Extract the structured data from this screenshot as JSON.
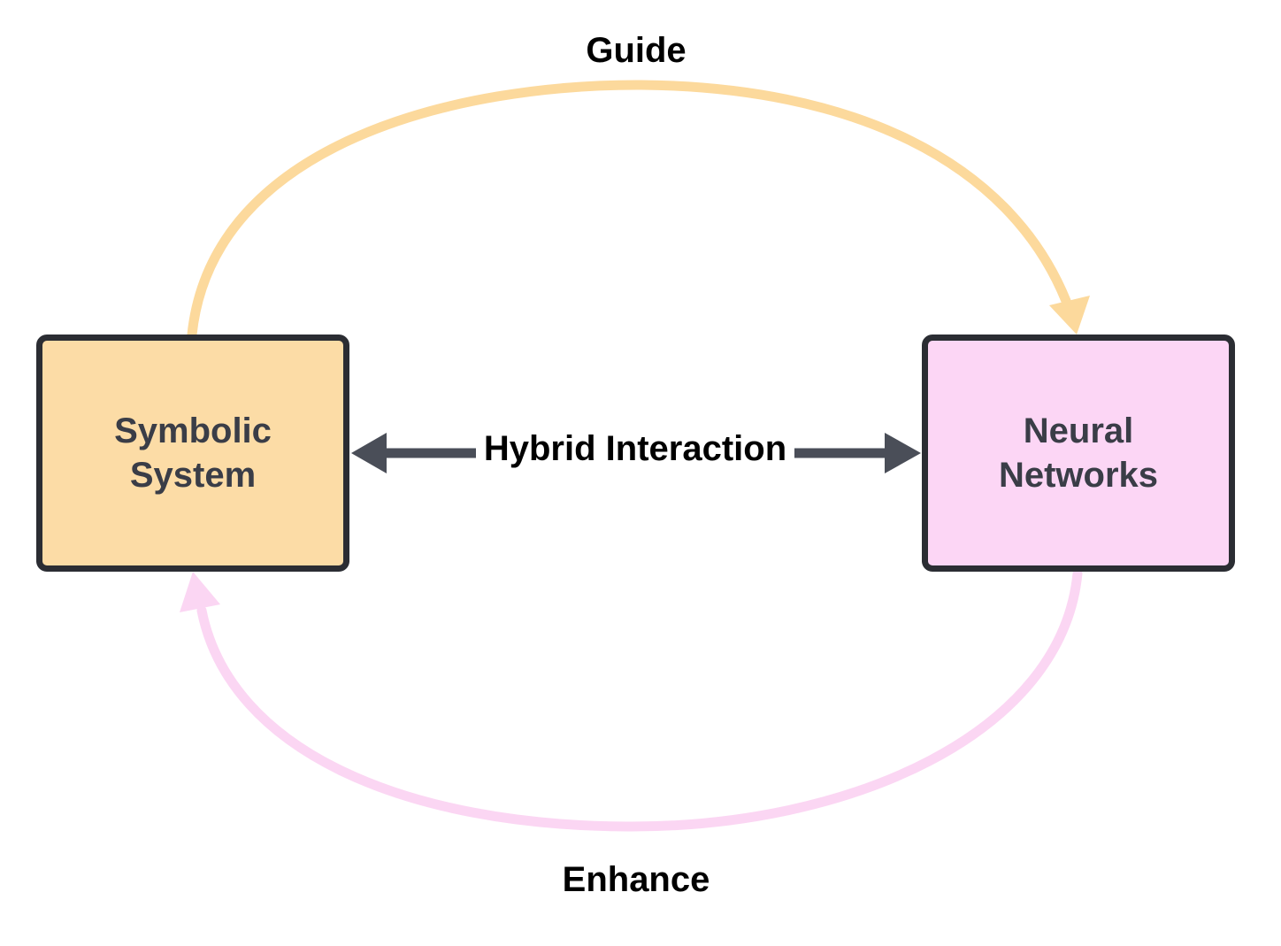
{
  "nodes": {
    "symbolic": {
      "line1": "Symbolic",
      "line2": "System",
      "fill": "#fcdca6"
    },
    "neural": {
      "line1": "Neural",
      "line2": "Networks",
      "fill": "#fcd6f5"
    }
  },
  "edges": {
    "guide": {
      "label": "Guide",
      "color": "#fcd99c"
    },
    "enhance": {
      "label": "Enhance",
      "color": "#fbd6f3"
    },
    "hybrid": {
      "label": "Hybrid Interaction",
      "color": "#4a4e58"
    }
  }
}
